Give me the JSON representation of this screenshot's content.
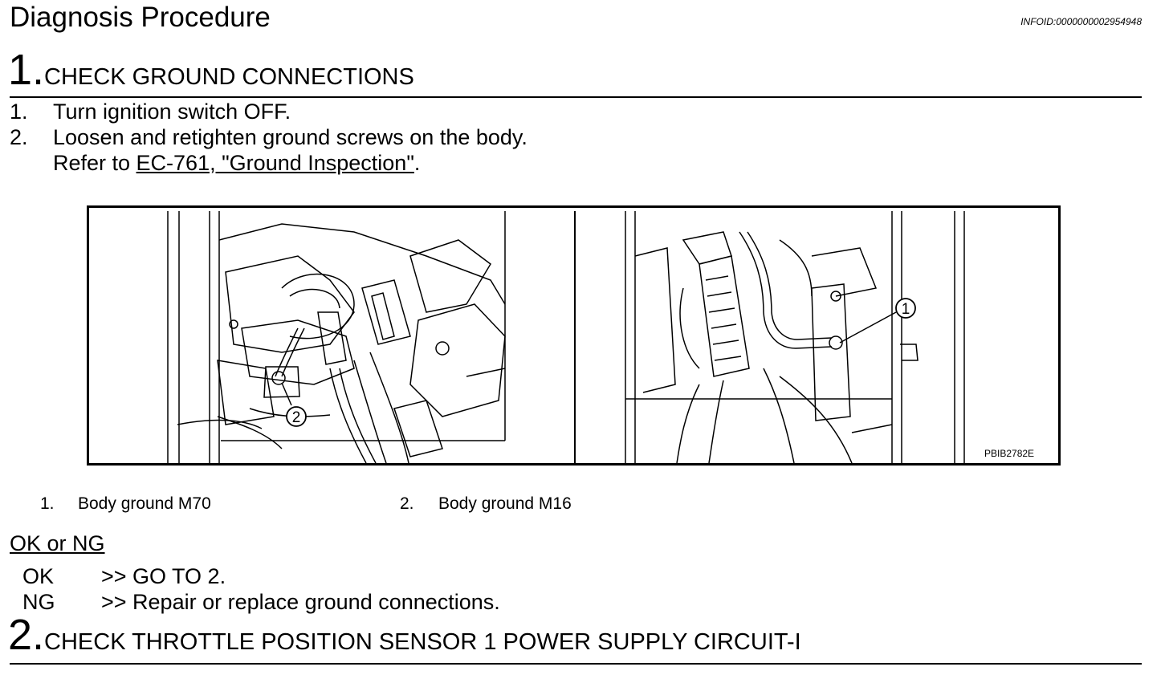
{
  "header": {
    "title": "Diagnosis Procedure",
    "info_id": "INFOID:0000000002954948"
  },
  "step1": {
    "number": "1.",
    "heading": "CHECK GROUND CONNECTIONS",
    "instructions": [
      {
        "num": "1.",
        "text": "Turn ignition switch OFF."
      },
      {
        "num": "2.",
        "text": "Loosen and retighten ground screws on the body."
      }
    ],
    "refer_prefix": "Refer to ",
    "refer_link": "EC-761, \"Ground Inspection\"",
    "refer_suffix": "."
  },
  "figure": {
    "code": "PBIB2782E",
    "callout_1": "1",
    "callout_2": "2",
    "captions": [
      {
        "num": "1.",
        "text": "Body ground M70"
      },
      {
        "num": "2.",
        "text": "Body ground M16"
      }
    ]
  },
  "result": {
    "heading": "OK or NG",
    "rows": [
      {
        "key": "OK",
        "text": ">> GO TO 2."
      },
      {
        "key": "NG",
        "text": ">> Repair or replace ground connections."
      }
    ]
  },
  "step2": {
    "number": "2.",
    "heading": "CHECK THROTTLE POSITION SENSOR 1 POWER SUPPLY CIRCUIT-I"
  }
}
